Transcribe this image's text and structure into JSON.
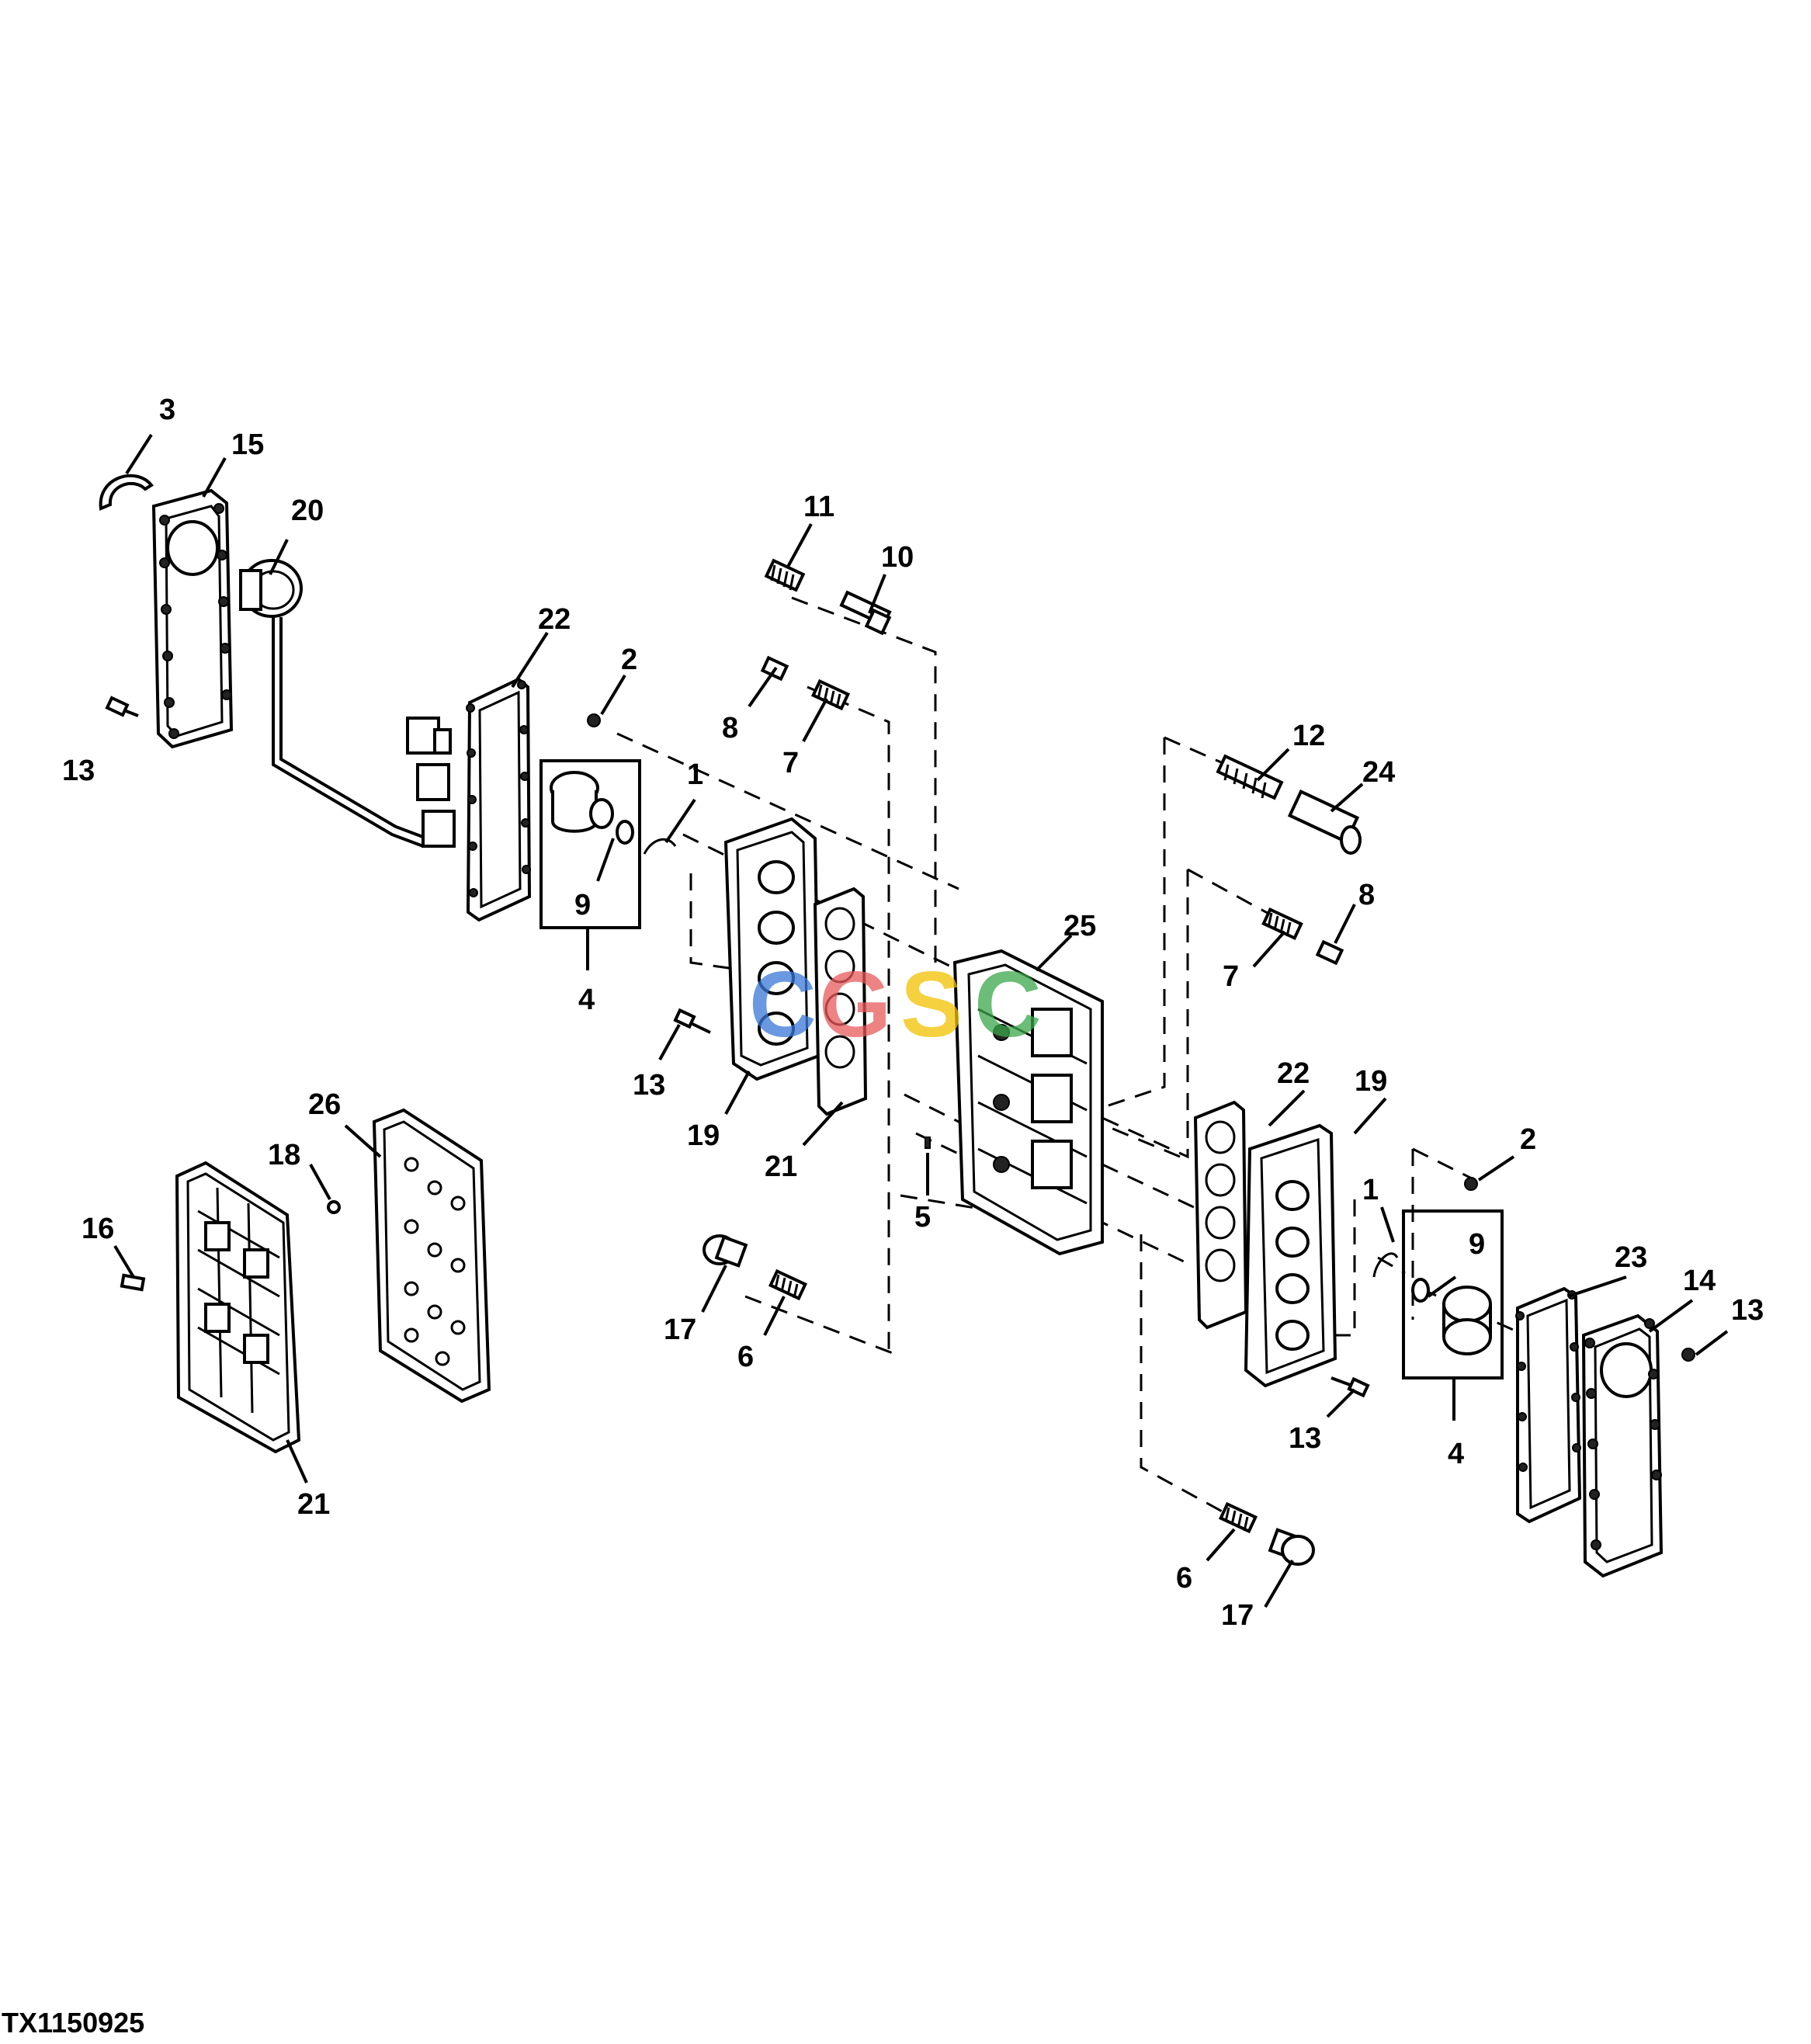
{
  "figure_id": "TX1150925",
  "watermark": [
    "C",
    "G",
    "S",
    "C"
  ],
  "watermark_colors": [
    "#3a78d8",
    "#e85a5a",
    "#f2c200",
    "#3aa84a"
  ],
  "callouts": [
    "1",
    "1",
    "2",
    "2",
    "3",
    "4",
    "4",
    "5",
    "6",
    "6",
    "7",
    "7",
    "8",
    "8",
    "9",
    "9",
    "10",
    "11",
    "12",
    "13",
    "13",
    "13",
    "13",
    "14",
    "15",
    "16",
    "17",
    "17",
    "18",
    "19",
    "19",
    "20",
    "21",
    "21",
    "22",
    "22",
    "23",
    "24",
    "25",
    "26"
  ]
}
